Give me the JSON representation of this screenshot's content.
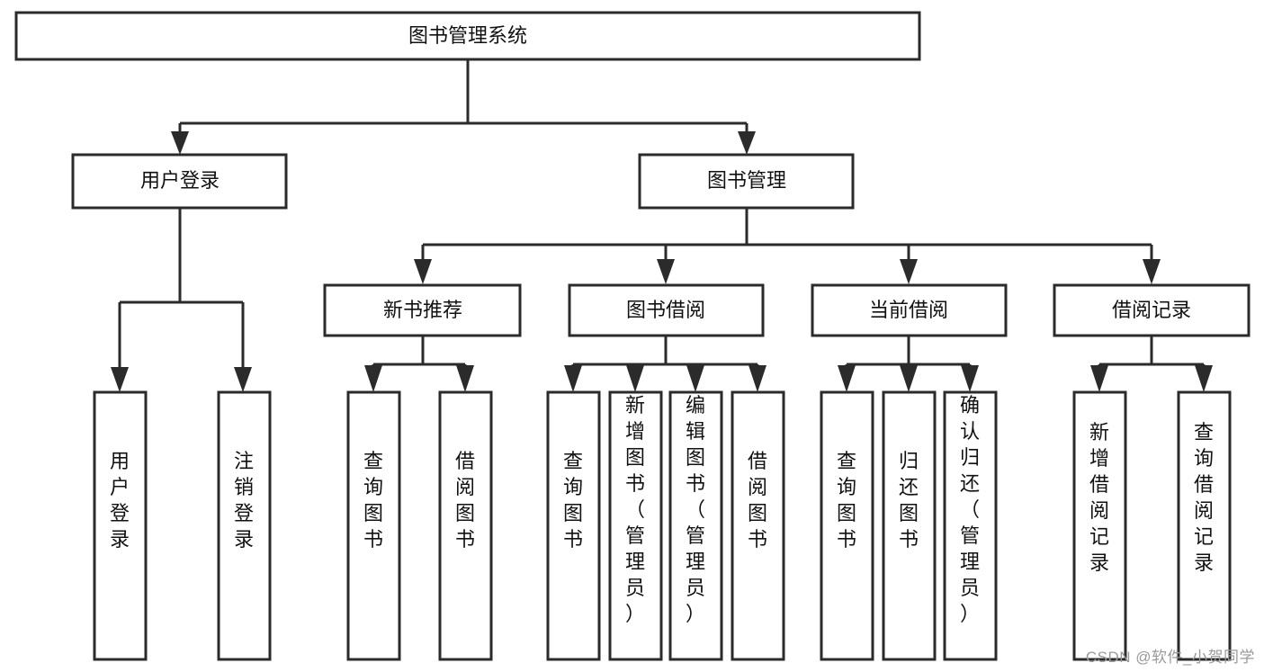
{
  "diagram": {
    "type": "tree-hierarchy",
    "title": "图书管理系统",
    "watermark": "CSDN @软件_小贺同学",
    "colors": {
      "stroke": "#2b2b2b",
      "box_fill": "#ffffff",
      "text": "#111111",
      "background": "#ffffff",
      "watermark": "#9a9a9a"
    },
    "levels": {
      "root": "图书管理系统",
      "level2": [
        "用户登录",
        "图书管理"
      ],
      "level3": [
        "新书推荐",
        "图书借阅",
        "当前借阅",
        "借阅记录"
      ]
    },
    "nodes": {
      "root": {
        "label": "图书管理系统",
        "orientation": "horizontal"
      },
      "user_login": {
        "label": "用户登录",
        "orientation": "horizontal"
      },
      "book_manage": {
        "label": "图书管理",
        "orientation": "horizontal"
      },
      "new_book_rec": {
        "label": "新书推荐",
        "orientation": "horizontal"
      },
      "book_borrow": {
        "label": "图书借阅",
        "orientation": "horizontal"
      },
      "current_borrow": {
        "label": "当前借阅",
        "orientation": "horizontal"
      },
      "borrow_record": {
        "label": "借阅记录",
        "orientation": "horizontal"
      },
      "leaf_user_login": {
        "label": "用户登录",
        "orientation": "vertical"
      },
      "leaf_logout": {
        "label": "注销登录",
        "orientation": "vertical"
      },
      "leaf_query_book_1": {
        "label": "查询图书",
        "orientation": "vertical"
      },
      "leaf_borrow_book_1": {
        "label": "借阅图书",
        "orientation": "vertical"
      },
      "leaf_query_book_2": {
        "label": "查询图书",
        "orientation": "vertical"
      },
      "leaf_add_book": {
        "label": "新增图书（管理员）",
        "orientation": "vertical"
      },
      "leaf_edit_book": {
        "label": "编辑图书（管理员）",
        "orientation": "vertical"
      },
      "leaf_borrow_book_2": {
        "label": "借阅图书",
        "orientation": "vertical"
      },
      "leaf_query_book_3": {
        "label": "查询图书",
        "orientation": "vertical"
      },
      "leaf_return_book": {
        "label": "归还图书",
        "orientation": "vertical"
      },
      "leaf_confirm_return": {
        "label": "确认归还（管理员）",
        "orientation": "vertical"
      },
      "leaf_add_record": {
        "label": "新增借阅记录",
        "orientation": "vertical"
      },
      "leaf_query_record": {
        "label": "查询借阅记录",
        "orientation": "vertical"
      }
    },
    "edges": [
      {
        "from": "图书管理系统",
        "to": "用户登录"
      },
      {
        "from": "图书管理系统",
        "to": "图书管理"
      },
      {
        "from": "用户登录",
        "to": "用户登录"
      },
      {
        "from": "用户登录",
        "to": "注销登录"
      },
      {
        "from": "图书管理",
        "to": "新书推荐"
      },
      {
        "from": "图书管理",
        "to": "图书借阅"
      },
      {
        "from": "图书管理",
        "to": "当前借阅"
      },
      {
        "from": "图书管理",
        "to": "借阅记录"
      },
      {
        "from": "新书推荐",
        "to": "查询图书"
      },
      {
        "from": "新书推荐",
        "to": "借阅图书"
      },
      {
        "from": "图书借阅",
        "to": "查询图书"
      },
      {
        "from": "图书借阅",
        "to": "新增图书（管理员）"
      },
      {
        "from": "图书借阅",
        "to": "编辑图书（管理员）"
      },
      {
        "from": "图书借阅",
        "to": "借阅图书"
      },
      {
        "from": "当前借阅",
        "to": "查询图书"
      },
      {
        "from": "当前借阅",
        "to": "归还图书"
      },
      {
        "from": "当前借阅",
        "to": "确认归还（管理员）"
      },
      {
        "from": "借阅记录",
        "to": "新增借阅记录"
      },
      {
        "from": "借阅记录",
        "to": "查询借阅记录"
      }
    ]
  }
}
